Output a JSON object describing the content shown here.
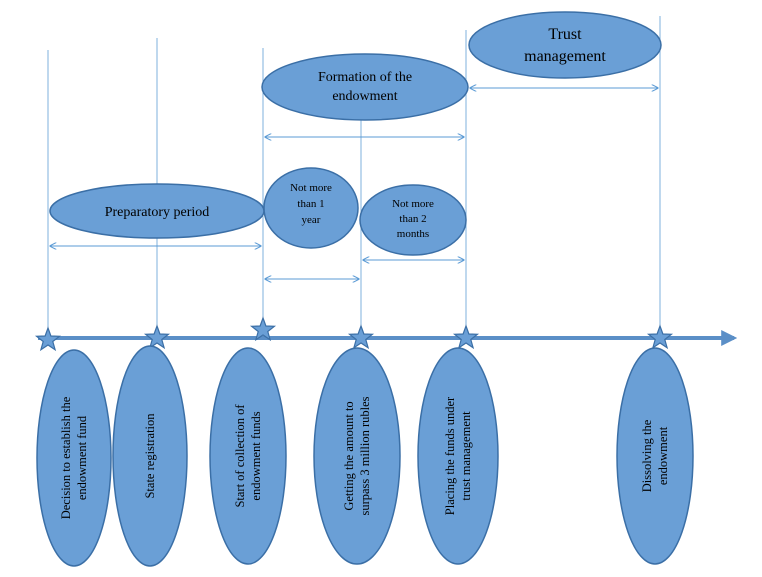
{
  "periods": {
    "trust": [
      "Trust",
      "management"
    ],
    "formation": [
      "Formation of the",
      "endowment"
    ],
    "preparatory": [
      "Preparatory period"
    ],
    "year": [
      "Not more",
      "than 1",
      "year"
    ],
    "months": [
      "Not more",
      "than 2",
      "months"
    ]
  },
  "milestones": [
    {
      "lines": [
        "Decision to establish the",
        "endowment fund"
      ]
    },
    {
      "lines": [
        "State registration"
      ]
    },
    {
      "lines": [
        "Start of collection of",
        "endowment funds"
      ]
    },
    {
      "lines": [
        "Getting the amount to",
        "surpass 3 million rubles"
      ]
    },
    {
      "lines": [
        "Placing the funds under",
        "trust management"
      ]
    },
    {
      "lines": [
        "Dissolving the",
        "endowment"
      ]
    }
  ],
  "colors": {
    "ellipse_fill": "#6a9fd6",
    "ellipse_stroke": "#3b6fa6",
    "lines": "#5b9bd5"
  }
}
